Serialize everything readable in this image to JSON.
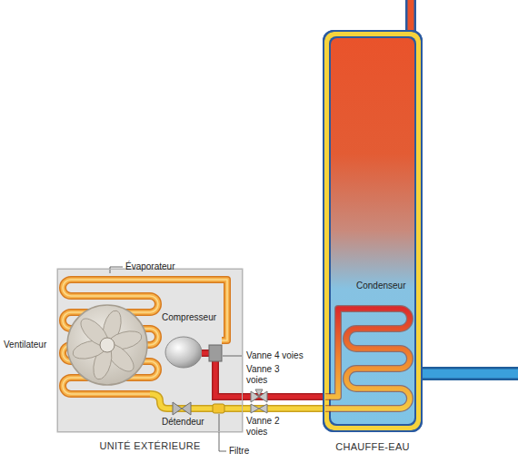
{
  "diagram": {
    "nodes": [
      {
        "text": [
          "UNITÉ EXTÉRIEURE"
        ]
      },
      {
        "text": [
          "CHAUFFE-EAU"
        ]
      }
    ],
    "edges": [
      {
        "from": 0,
        "to": 1,
        "arrow": "none"
      },
      {
        "from": 1,
        "to": 0,
        "arrow": "none"
      }
    ],
    "labels": [
      "Évaporateur",
      "Ventilateur",
      "Compresseur",
      "Vanne 4 voies",
      "Vanne 3 voies",
      "Détendeur",
      "Vanne 2 voies",
      "Filtre",
      "Condenseur"
    ]
  }
}
